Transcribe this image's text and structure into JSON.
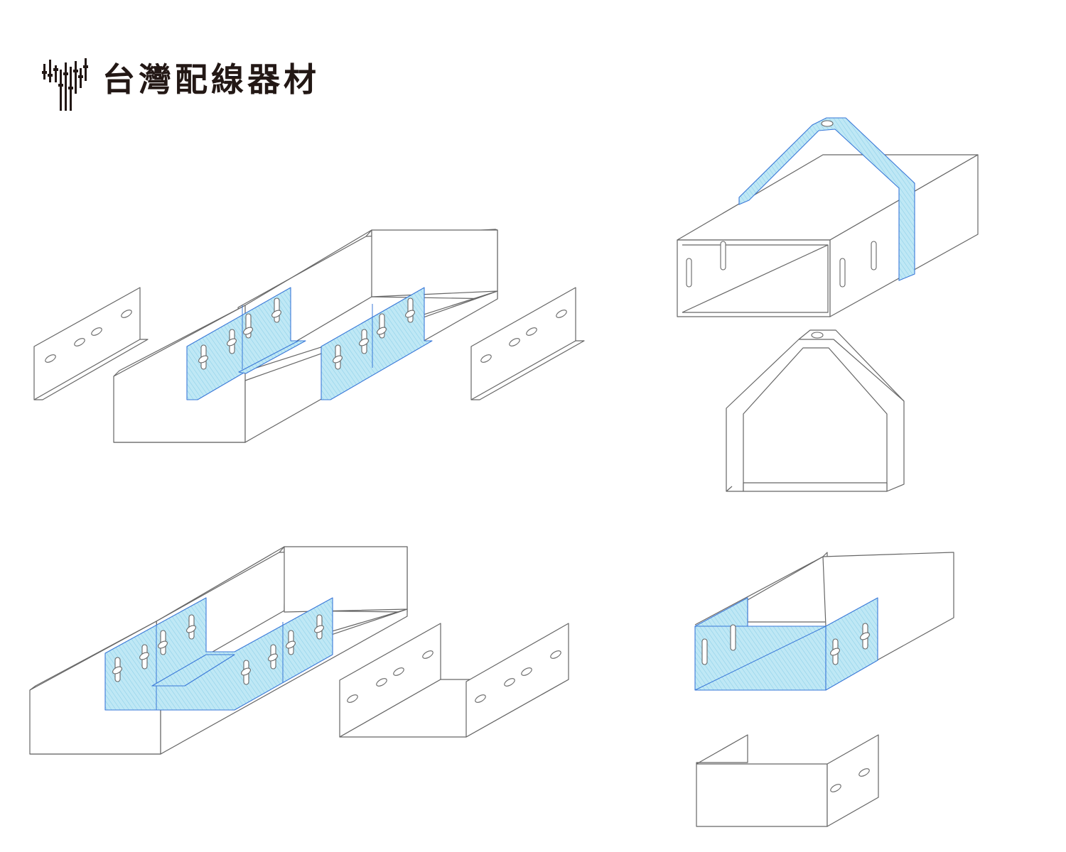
{
  "brand": {
    "name": "台灣配線器材",
    "mark_icon": "barcode-connector-logo-icon"
  },
  "colors": {
    "text": "#231815",
    "outline": "#666666",
    "highlight_fill": "#bfe8f5",
    "highlight_stroke": "#3a78d8"
  },
  "figures": [
    {
      "id": "straight-joint-splice-plates",
      "icon": "cable-tray-splice-plate-icon"
    },
    {
      "id": "hanger-clamp-assembly",
      "icon": "cable-tray-hanger-icon"
    },
    {
      "id": "tee-joint-coupler",
      "icon": "cable-tray-tee-coupler-icon"
    },
    {
      "id": "end-cap-coupler",
      "icon": "cable-tray-end-cap-icon"
    }
  ]
}
